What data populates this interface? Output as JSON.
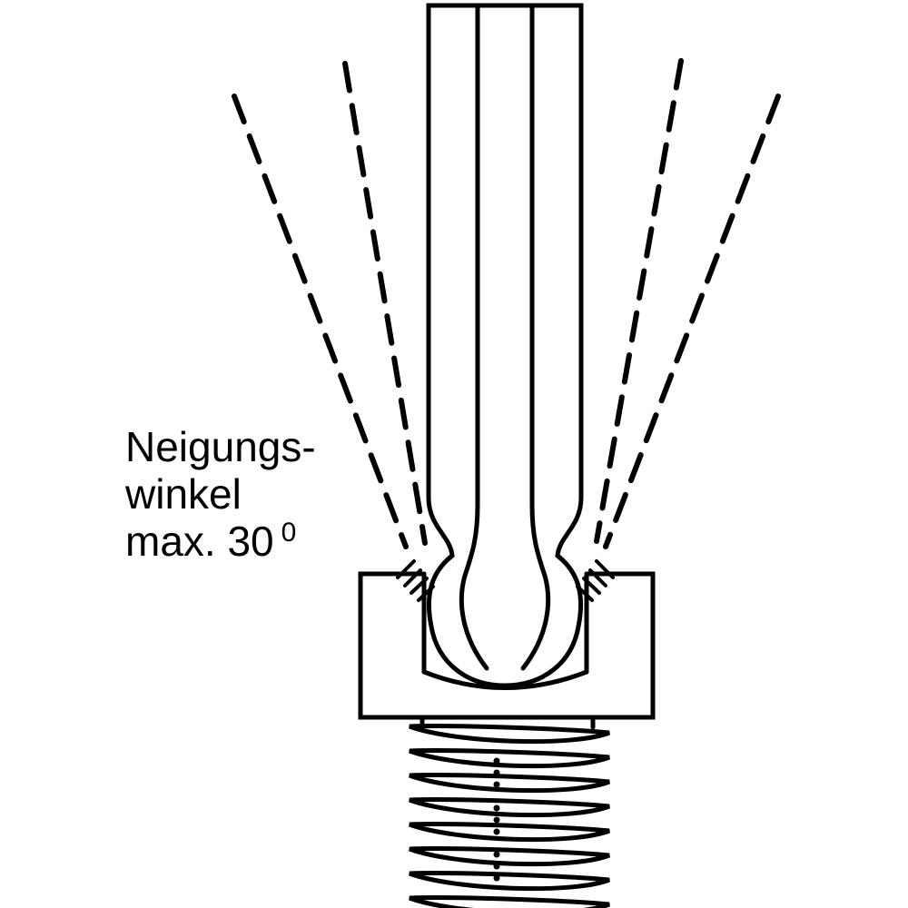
{
  "label": {
    "line1": "Neigungs-",
    "line2": "winkel",
    "line3_main": "max. 30",
    "line3_sup": "0"
  },
  "angle": {
    "max_degrees": 30
  },
  "colors": {
    "line": "#000000",
    "background": "#ffffff"
  }
}
